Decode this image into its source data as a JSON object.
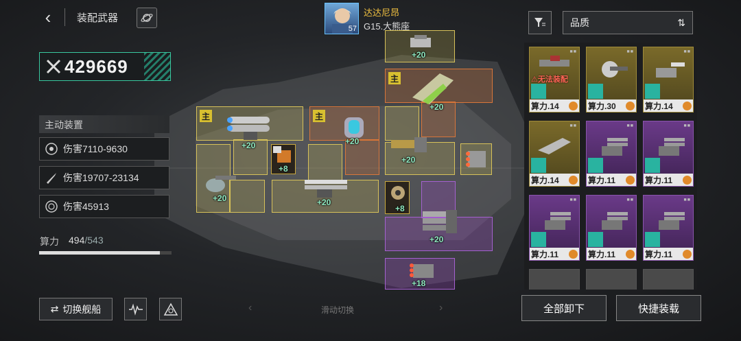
{
  "header": {
    "title": "装配武器",
    "back_label": "‹"
  },
  "power": {
    "value": "429669"
  },
  "active_section": {
    "title": "主动装置",
    "stats": [
      {
        "label": "伤害7110-9630",
        "icon": "target-icon"
      },
      {
        "label": "伤害19707-23134",
        "icon": "missile-icon"
      },
      {
        "label": "伤害45913",
        "icon": "radar-icon"
      }
    ]
  },
  "capacity": {
    "label": "算力",
    "used": "494",
    "max": "/543",
    "fraction": 0.91
  },
  "buttons": {
    "switch_ship": "切换舰船",
    "unequip_all": "全部卸下",
    "quick_equip": "快捷装载"
  },
  "pilot": {
    "name": "达达尼昂",
    "ship": "G15.大熊座",
    "level": "57"
  },
  "swipe_hint": "滑动切换",
  "sort": {
    "label": "品质"
  },
  "slots": {
    "main_tag": "主",
    "bonuses": [
      "+20",
      "+20",
      "+20",
      "+20",
      "+8",
      "+20",
      "+20",
      "+20",
      "+8",
      "+20",
      "+18"
    ]
  },
  "cards": [
    {
      "quality": "gold",
      "power": "算力.14",
      "warning": "⚠无法装配"
    },
    {
      "quality": "gold",
      "power": "算力.30"
    },
    {
      "quality": "gold",
      "power": "算力.14"
    },
    {
      "quality": "gold",
      "power": "算力.14"
    },
    {
      "quality": "purple",
      "power": "算力.11"
    },
    {
      "quality": "purple",
      "power": "算力.11"
    },
    {
      "quality": "purple",
      "power": "算力.11"
    },
    {
      "quality": "purple",
      "power": "算力.11"
    },
    {
      "quality": "purple",
      "power": "算力.11"
    }
  ]
}
